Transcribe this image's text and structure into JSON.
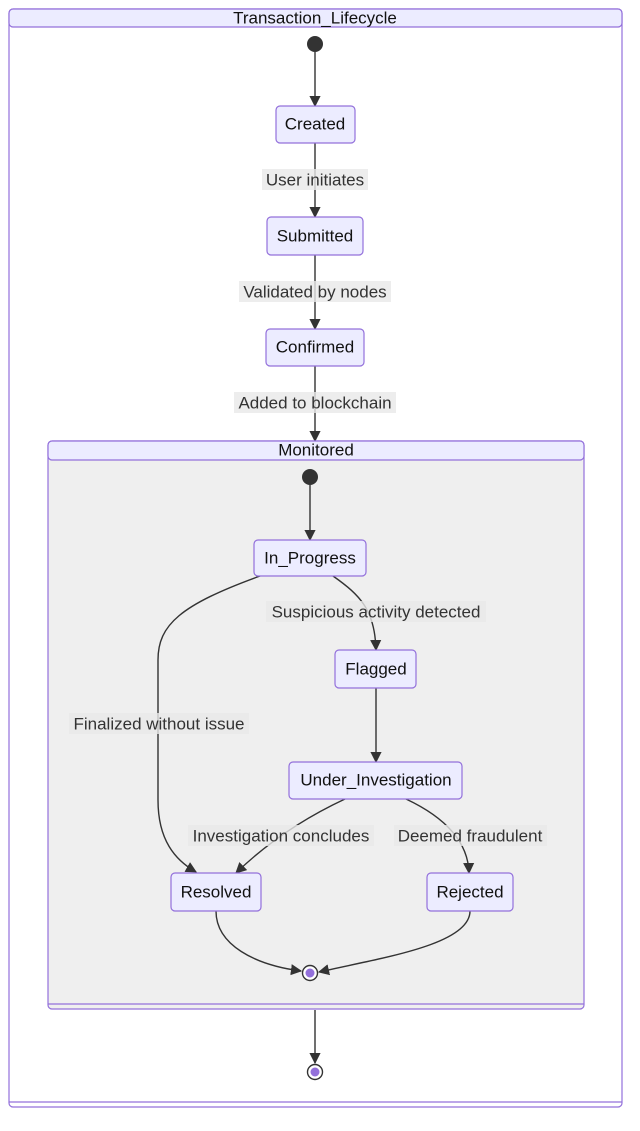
{
  "diagram": {
    "outer_title": "Transaction_Lifecycle",
    "composite_title": "Monitored",
    "states": {
      "created": "Created",
      "submitted": "Submitted",
      "confirmed": "Confirmed",
      "in_progress": "In_Progress",
      "flagged": "Flagged",
      "under_investigation": "Under_Investigation",
      "resolved": "Resolved",
      "rejected": "Rejected"
    },
    "transitions": {
      "created_submitted": "User initiates",
      "submitted_confirmed": "Validated by nodes",
      "confirmed_monitored": "Added to blockchain",
      "progress_flagged": "Suspicious activity detected",
      "progress_resolved": "Finalized without issue",
      "investigation_resolved": "Investigation concludes",
      "investigation_rejected": "Deemed fraudulent"
    },
    "colors": {
      "state_fill": "#ECECFF",
      "state_stroke": "#9370DB",
      "composite_fill": "#efefef",
      "edge": "#333333",
      "end_dot": "#9370DB"
    }
  }
}
